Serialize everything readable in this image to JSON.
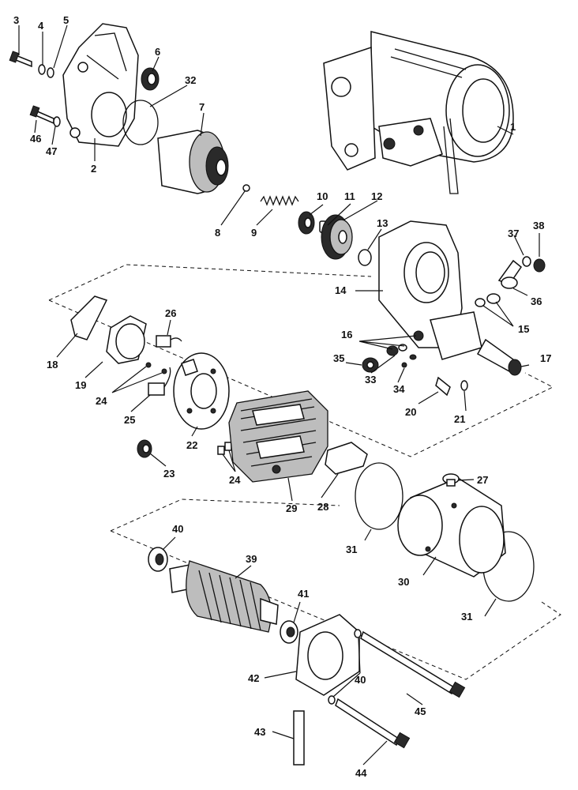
{
  "diagram": {
    "callouts": [
      {
        "id": "c1",
        "text": "1"
      },
      {
        "id": "c2",
        "text": "2"
      },
      {
        "id": "c3",
        "text": "3"
      },
      {
        "id": "c4",
        "text": "4"
      },
      {
        "id": "c5",
        "text": "5"
      },
      {
        "id": "c6",
        "text": "6"
      },
      {
        "id": "c7",
        "text": "7"
      },
      {
        "id": "c8",
        "text": "8"
      },
      {
        "id": "c9",
        "text": "9"
      },
      {
        "id": "c10",
        "text": "10"
      },
      {
        "id": "c11",
        "text": "11"
      },
      {
        "id": "c12",
        "text": "12"
      },
      {
        "id": "c13",
        "text": "13"
      },
      {
        "id": "c14",
        "text": "14"
      },
      {
        "id": "c15",
        "text": "15"
      },
      {
        "id": "c16",
        "text": "16"
      },
      {
        "id": "c17",
        "text": "17"
      },
      {
        "id": "c18",
        "text": "18"
      },
      {
        "id": "c19",
        "text": "19"
      },
      {
        "id": "c20",
        "text": "20"
      },
      {
        "id": "c21",
        "text": "21"
      },
      {
        "id": "c22",
        "text": "22"
      },
      {
        "id": "c23",
        "text": "23"
      },
      {
        "id": "c24a",
        "text": "24"
      },
      {
        "id": "c24b",
        "text": "24"
      },
      {
        "id": "c25",
        "text": "25"
      },
      {
        "id": "c26",
        "text": "26"
      },
      {
        "id": "c27",
        "text": "27"
      },
      {
        "id": "c28",
        "text": "28"
      },
      {
        "id": "c29",
        "text": "29"
      },
      {
        "id": "c30",
        "text": "30"
      },
      {
        "id": "c31a",
        "text": "31"
      },
      {
        "id": "c31b",
        "text": "31"
      },
      {
        "id": "c32",
        "text": "32"
      },
      {
        "id": "c33",
        "text": "33"
      },
      {
        "id": "c34",
        "text": "34"
      },
      {
        "id": "c35",
        "text": "35"
      },
      {
        "id": "c36",
        "text": "36"
      },
      {
        "id": "c37",
        "text": "37"
      },
      {
        "id": "c38",
        "text": "38"
      },
      {
        "id": "c39",
        "text": "39"
      },
      {
        "id": "c40a",
        "text": "40"
      },
      {
        "id": "c40b",
        "text": "40"
      },
      {
        "id": "c41",
        "text": "41"
      },
      {
        "id": "c42",
        "text": "42"
      },
      {
        "id": "c43",
        "text": "43"
      },
      {
        "id": "c44",
        "text": "44"
      },
      {
        "id": "c45",
        "text": "45"
      },
      {
        "id": "c46",
        "text": "46"
      },
      {
        "id": "c47",
        "text": "47"
      }
    ],
    "colors": {
      "ink": "#111111",
      "paper": "#ffffff",
      "shade": "#bdbdbd"
    }
  }
}
